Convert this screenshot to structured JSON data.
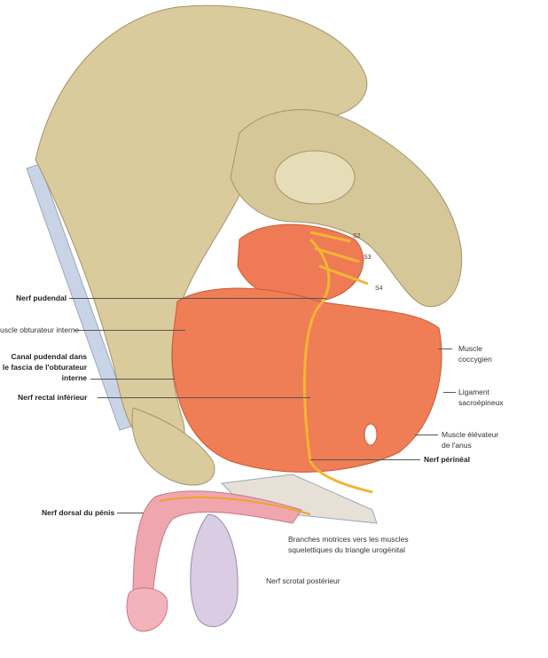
{
  "figure": {
    "labels": {
      "nerf_pudendal": "Nerf pudendal",
      "muscle_obturateur": "uscle obturateur interne",
      "canal_pudendal": [
        "Canal pudendal dans",
        "le fascia de l'obturateur",
        "interne"
      ],
      "nerf_rectal": "Nerf rectal inférieur",
      "muscle_coccygien": [
        "Muscle",
        "coccygien"
      ],
      "ligament": [
        "Ligament",
        "sacroépineux"
      ],
      "elevateur": [
        "Muscle élévateur",
        "de l'anus"
      ],
      "nerf_perineal": "Nerf périnéal",
      "nerf_dorsal": "Nerf dorsal du pénis",
      "branches": [
        "Branches motrices vers les muscles",
        "squelettiques du triangle urogénital"
      ],
      "nerf_scrotal": "Nerf scrotal postérieur",
      "s2": "S2",
      "s3": "S3",
      "s4": "S4"
    },
    "colors": {
      "bone": "#d9cb9c",
      "muscle": "#ee7b55",
      "nerve": "#f2b632",
      "skin": "#f0a6ae",
      "scrotum": "#d9cce3",
      "ligament": "#c8d4e6"
    }
  }
}
